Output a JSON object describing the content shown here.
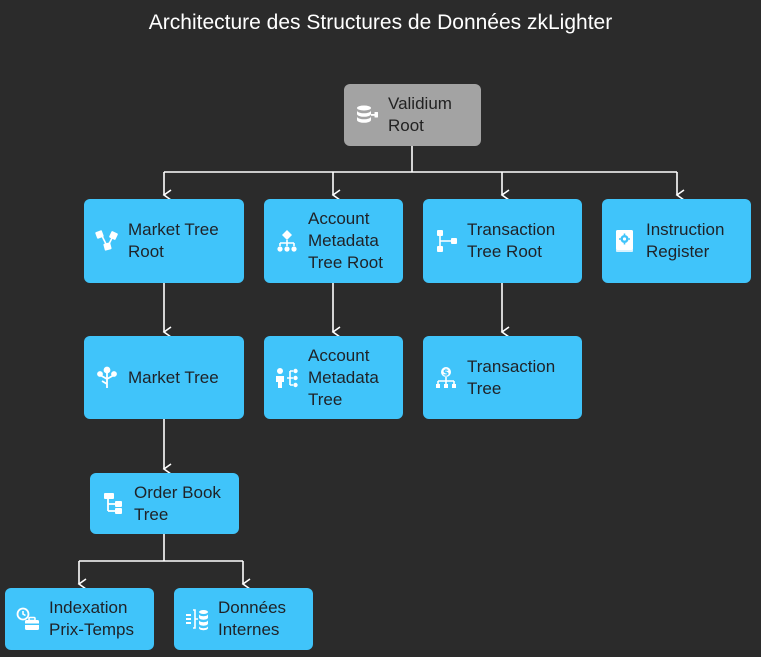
{
  "title": "Architecture des Structures de Données zkLighter",
  "nodes": {
    "validium_root": {
      "label": "Validium\nRoot",
      "icon": "database-icon"
    },
    "market_tree_root": {
      "label": "Market Tree\nRoot",
      "icon": "nodes-icon"
    },
    "account_metadata_tree_root": {
      "label": "Account\nMetadata\nTree Root",
      "icon": "hierarchy-icon"
    },
    "transaction_tree_root": {
      "label": "Transaction\nTree Root",
      "icon": "flow-icon"
    },
    "instruction_register": {
      "label": "Instruction\nRegister",
      "icon": "manual-icon"
    },
    "market_tree": {
      "label": "Market Tree",
      "icon": "branch-icon"
    },
    "account_metadata_tree": {
      "label": "Account\nMetadata\nTree",
      "icon": "person-tree-icon"
    },
    "transaction_tree": {
      "label": "Transaction\nTree",
      "icon": "money-tree-icon"
    },
    "order_book_tree": {
      "label": "Order Book\nTree",
      "icon": "folder-tree-icon"
    },
    "indexation_prix_temps": {
      "label": "Indexation\nPrix-Temps",
      "icon": "clock-briefcase-icon"
    },
    "donnees_internes": {
      "label": "Données\nInternes",
      "icon": "data-stack-icon"
    }
  },
  "colors": {
    "background": "#2b2b2b",
    "node": "#40c4fa",
    "root_node": "#a3a3a3",
    "edge": "#ffffff"
  }
}
